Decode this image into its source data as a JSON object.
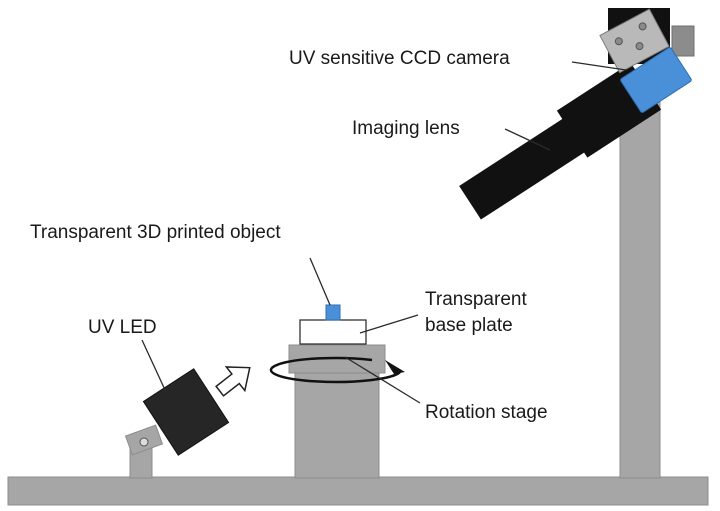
{
  "labels": {
    "camera": "UV sensitive CCD camera",
    "lens": "Imaging lens",
    "object": "Transparent 3D printed object",
    "led": "UV LED",
    "base_plate_line1": "Transparent",
    "base_plate_line2": "base plate",
    "stage": "Rotation stage"
  },
  "colors": {
    "frame_gray": "#a6a6a6",
    "uv_blue": "#4a90d9",
    "black": "#111111",
    "led_body": "#262626"
  },
  "icons": {
    "light_direction": "hollow-arrow-icon",
    "rotation": "rotation-arrow-icon"
  }
}
